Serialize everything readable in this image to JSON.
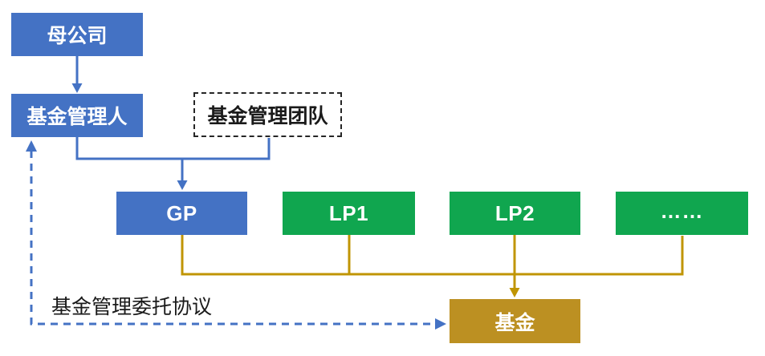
{
  "nodes": {
    "parent": {
      "label": "母公司"
    },
    "manager": {
      "label": "基金管理人"
    },
    "team": {
      "label": "基金管理团队"
    },
    "gp": {
      "label": "GP"
    },
    "lp1": {
      "label": "LP1"
    },
    "lp2": {
      "label": "LP2"
    },
    "more": {
      "label": "……"
    },
    "fund": {
      "label": "基金"
    }
  },
  "labels": {
    "agreement": "基金管理委托协议"
  },
  "colors": {
    "box_blue": "#4472C4",
    "box_green": "#10A64F",
    "box_gold": "#BC9022",
    "line_blue": "#4472C4",
    "line_gold": "#C09504",
    "dashed_border": "#262626",
    "text_dark": "#1A1A1A",
    "text_light": "#FFFFFF",
    "background": "#FFFFFF"
  },
  "edges": [
    {
      "from": "母公司",
      "to": "基金管理人",
      "color": "blue",
      "style": "solid",
      "arrow": "to"
    },
    {
      "from": "基金管理人",
      "to": "GP",
      "color": "blue",
      "style": "solid",
      "arrow": "to"
    },
    {
      "from": "基金管理团队",
      "to": "GP",
      "color": "blue",
      "style": "solid",
      "arrow": "to"
    },
    {
      "from": "GP",
      "to": "基金",
      "color": "gold",
      "style": "solid",
      "arrow": "none"
    },
    {
      "from": "LP1",
      "to": "基金",
      "color": "gold",
      "style": "solid",
      "arrow": "none"
    },
    {
      "from": "LP2",
      "to": "基金",
      "color": "gold",
      "style": "solid",
      "arrow": "to"
    },
    {
      "from": "……",
      "to": "基金",
      "color": "gold",
      "style": "solid",
      "arrow": "none"
    },
    {
      "from": "基金",
      "to": "基金管理人",
      "color": "blue",
      "style": "dashed",
      "arrow": "both",
      "label": "基金管理委托协议"
    }
  ]
}
